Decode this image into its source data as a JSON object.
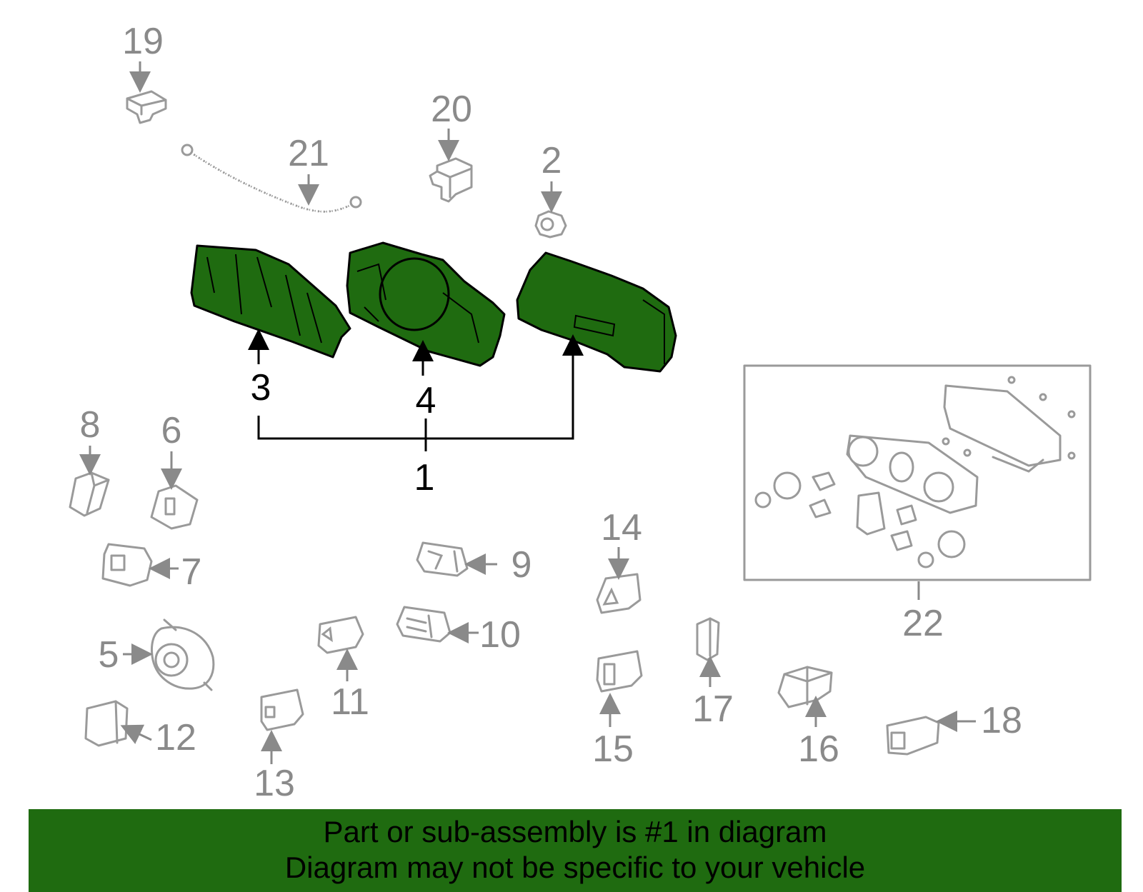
{
  "callouts": {
    "c1": "1",
    "c2": "2",
    "c3": "3",
    "c4": "4",
    "c5": "5",
    "c6": "6",
    "c7": "7",
    "c8": "8",
    "c9": "9",
    "c10": "10",
    "c11": "11",
    "c12": "12",
    "c13": "13",
    "c14": "14",
    "c15": "15",
    "c16": "16",
    "c17": "17",
    "c18": "18",
    "c19": "19",
    "c20": "20",
    "c21": "21",
    "c22": "22"
  },
  "banner": {
    "line1": "Part or sub-assembly is #1 in diagram",
    "line2": "Diagram may not be specific to your vehicle"
  },
  "colors": {
    "highlight": "#1f6b10",
    "banner": "#1f6b10",
    "part_outline": "#9a9a9a"
  }
}
